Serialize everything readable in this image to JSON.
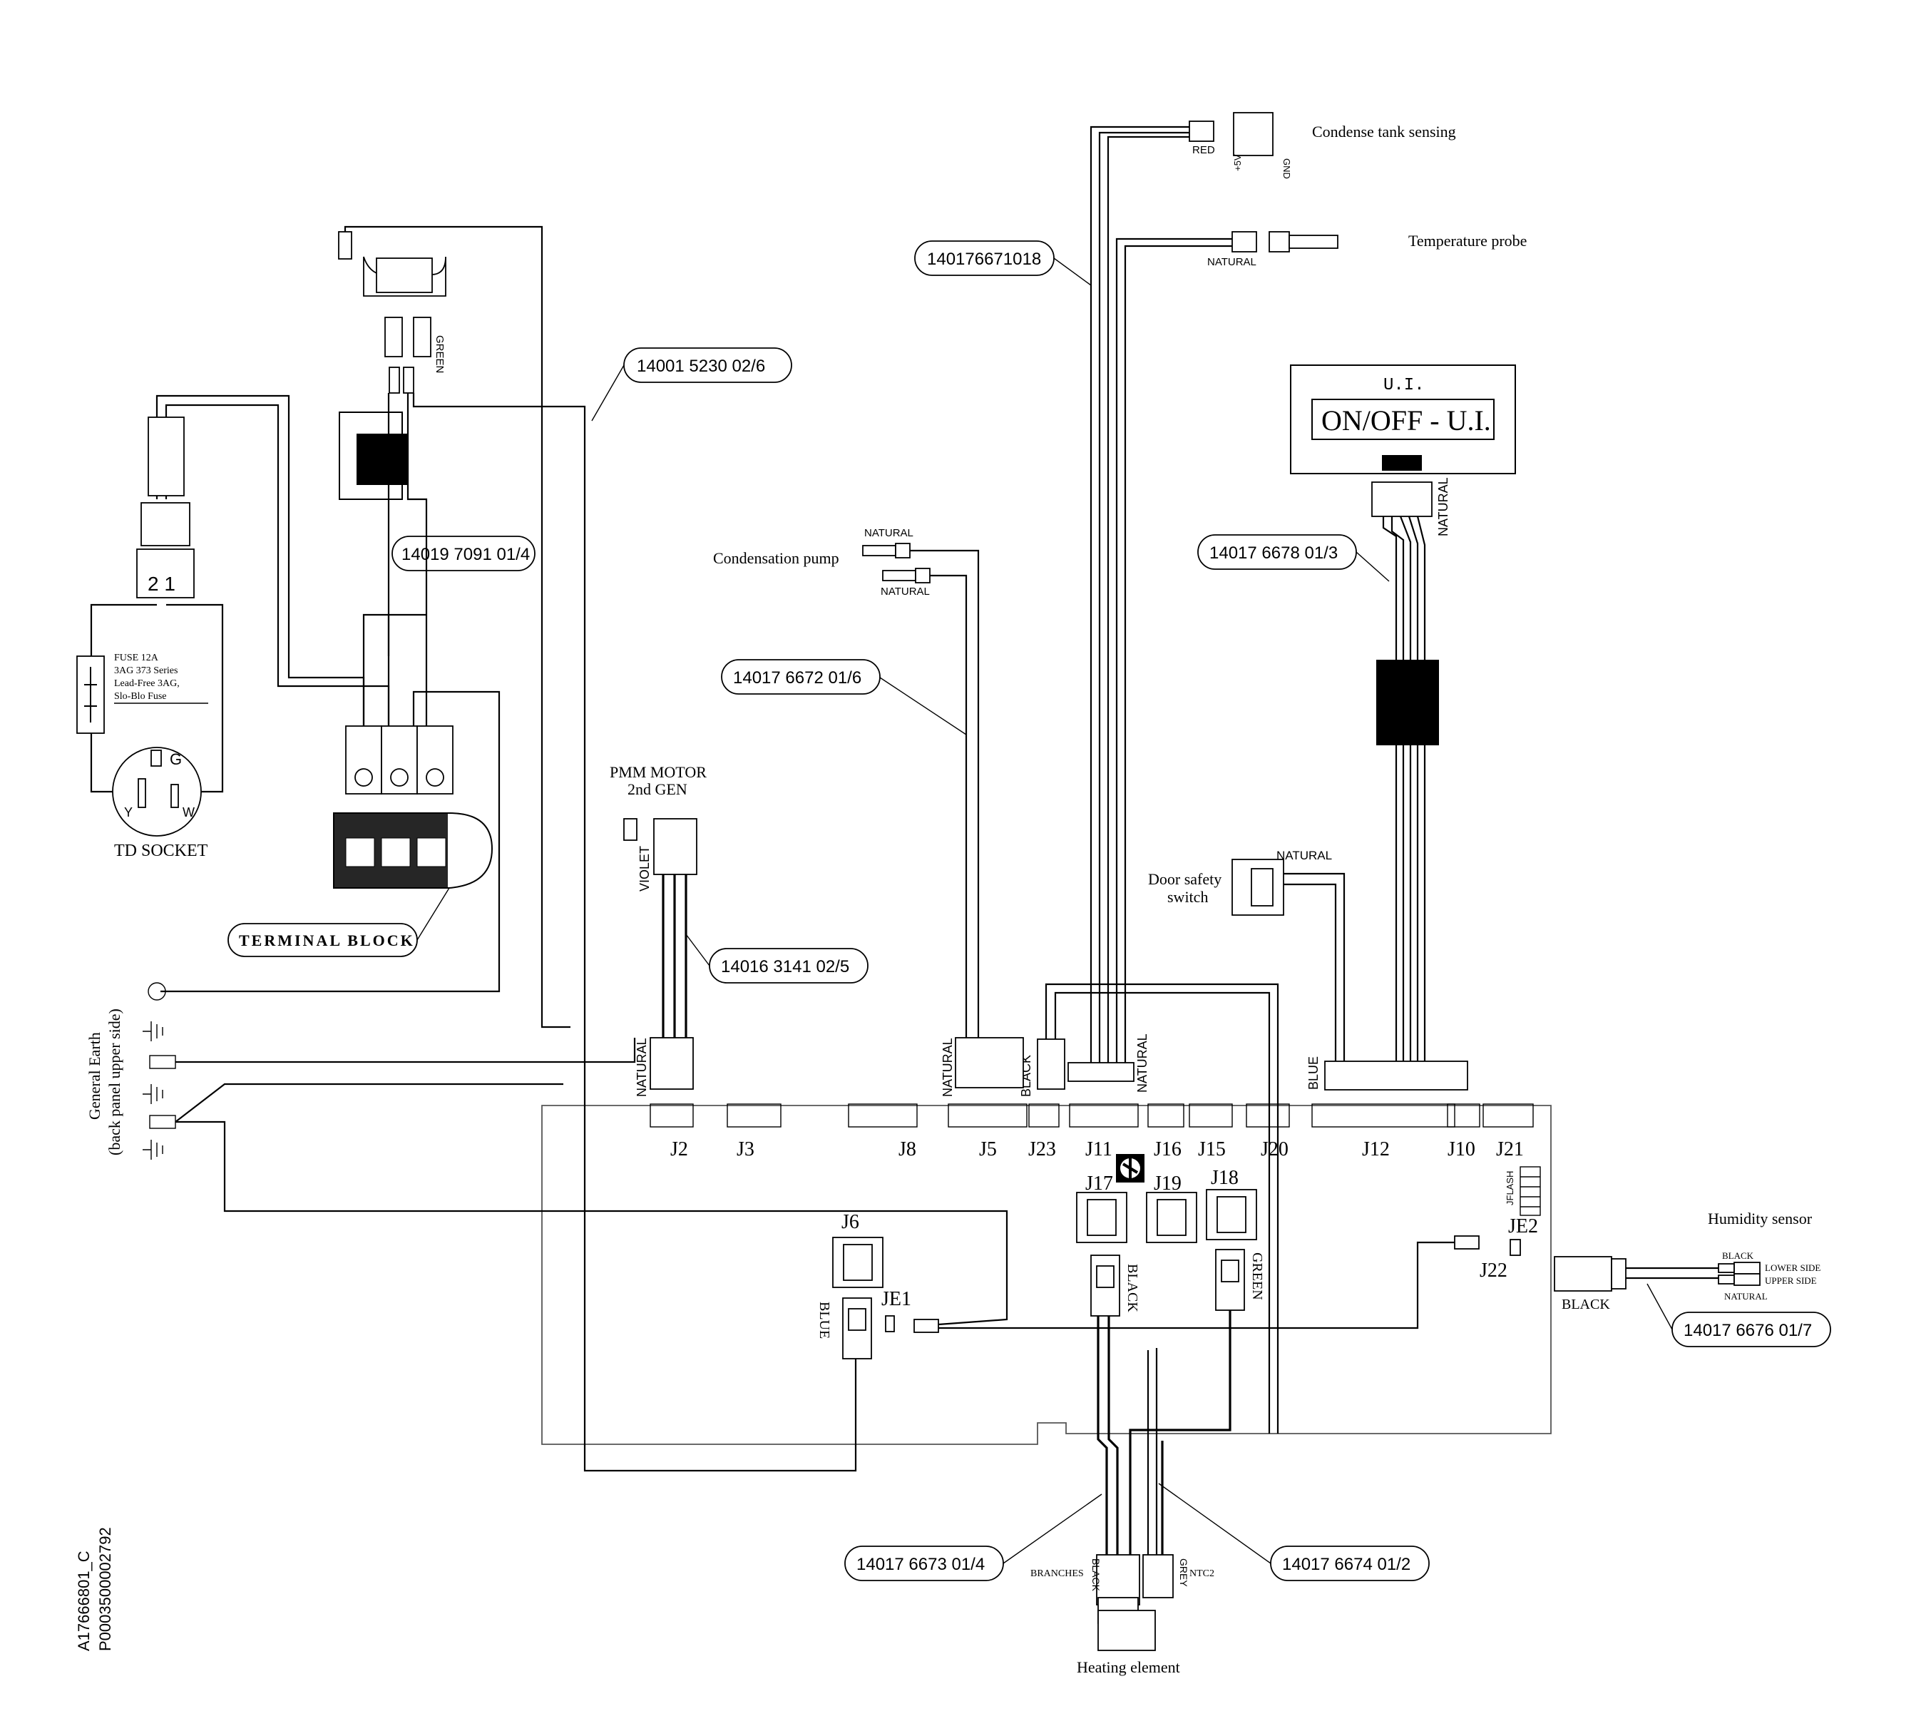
{
  "labels": {
    "condense_tank_sensing": "Condense tank sensing",
    "temperature_probe": "Temperature probe",
    "condensation_pump": "Condensation pump",
    "pmm_motor": "PMM MOTOR",
    "pmm_motor_gen": "2nd GEN",
    "door_safety_switch_1": "Door safety",
    "door_safety_switch_2": "switch",
    "humidity_sensor": "Humidity sensor",
    "heating_element": "Heating element",
    "td_socket": "TD SOCKET",
    "terminal_block": "TERMINAL BLOCK",
    "general_earth_1": "General Earth",
    "general_earth_2": "(back panel upper side)",
    "ui_title": "U.I.",
    "ui_button": "ON/OFF - U.I.",
    "doc_code_1": "A17666801_C",
    "doc_code_2": "P0003500002792",
    "branches": "BRANCHES",
    "ntc2": "NTC2"
  },
  "fuse_text": [
    "FUSE 12A",
    "3AG 373 Series",
    "Lead-Free 3AG,",
    "Slo-Blo Fuse"
  ],
  "wire_colors": {
    "red": "RED",
    "gnd": "GND",
    "plus5v": "+5V",
    "natural": "NATURAL",
    "green": "GREEN",
    "violet": "VIOLET",
    "black": "BLACK",
    "blue": "BLUE",
    "grey": "GREY",
    "lower_side": "LOWER SIDE",
    "upper_side": "UPPER SIDE"
  },
  "socket_pins": {
    "g": "G",
    "y": "Y",
    "w": "W",
    "plug": "2 1"
  },
  "harnesses": {
    "h1": "14001 5230 02/6",
    "h2": "140176671018",
    "h3": "14019 7091 01/4",
    "h4": "14017 6678 01/3",
    "h5": "14017 6672 01/6",
    "h6": "14016 3141 02/5",
    "h7": "14017 6676 01/7",
    "h8": "14017 6673 01/4",
    "h9": "14017 6674 01/2"
  },
  "connectors": {
    "j2": "J2",
    "j3": "J3",
    "j8": "J8",
    "j5": "J5",
    "j23": "J23",
    "j11": "J11",
    "j16": "J16",
    "j15": "J15",
    "j20": "J20",
    "j12": "J12",
    "j10": "J10",
    "j21": "J21",
    "j17": "J17",
    "j19": "J19",
    "j18": "J18",
    "j6": "J6",
    "je1": "JE1",
    "je2": "JE2",
    "j22": "J22",
    "jflash": "JFLASH"
  }
}
